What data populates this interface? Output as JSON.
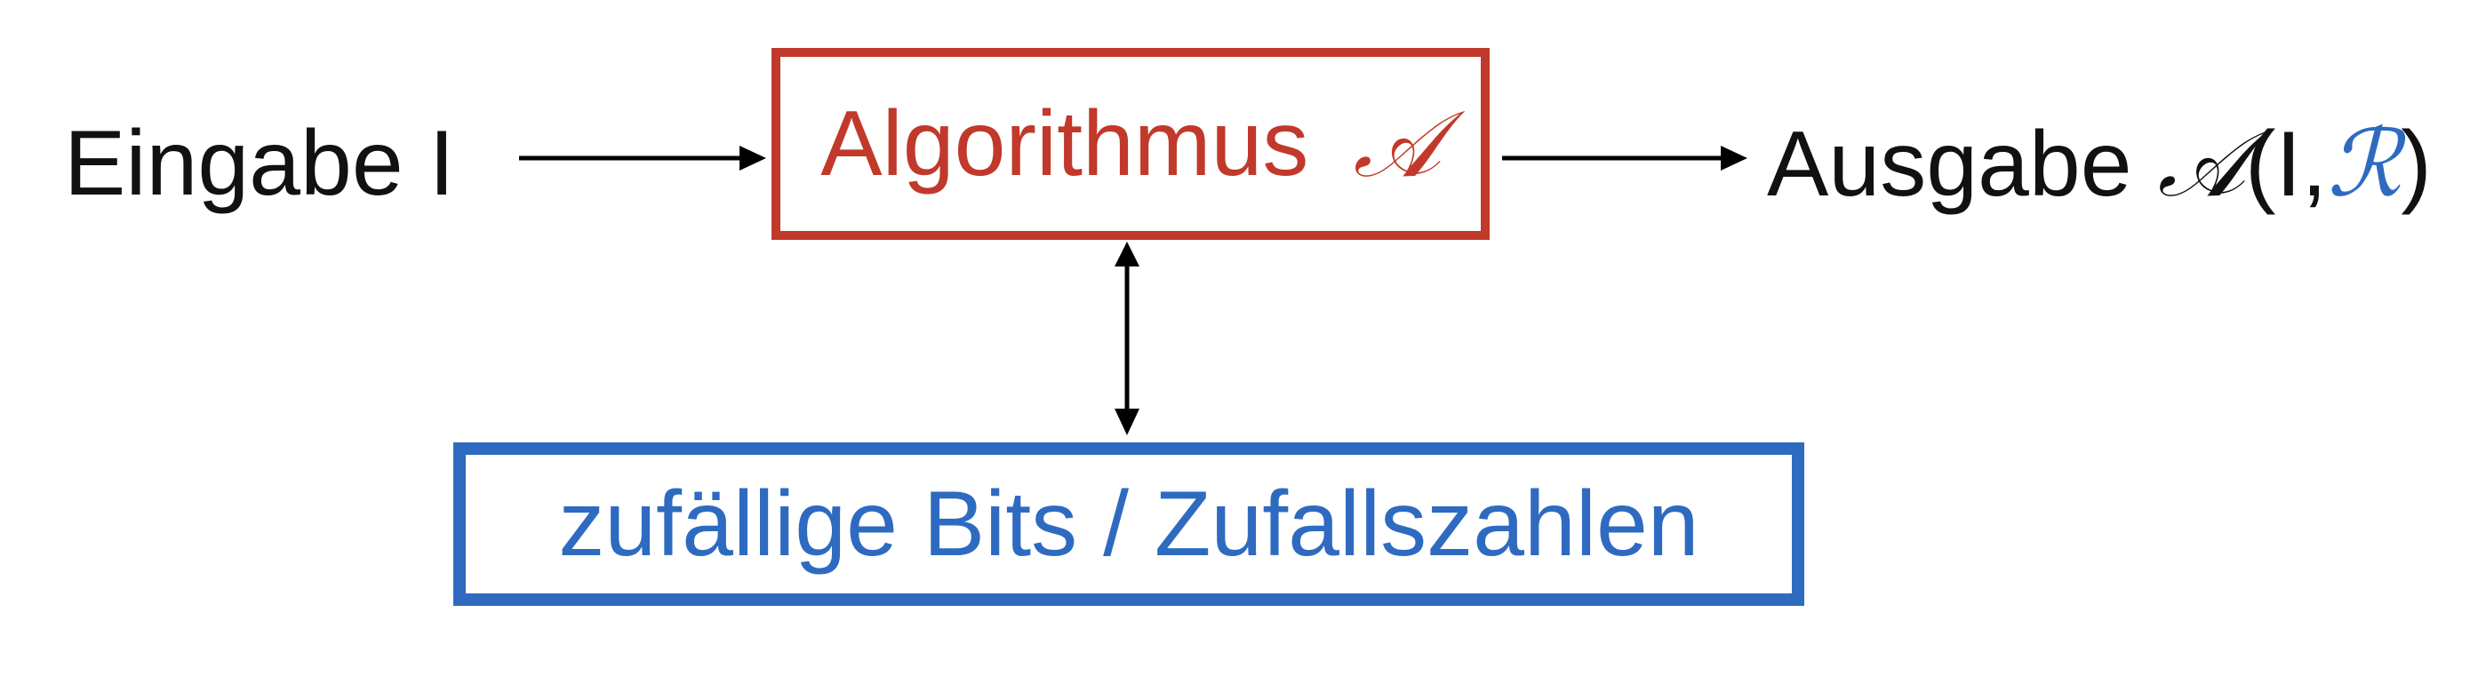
{
  "input": {
    "label": "Eingabe I"
  },
  "algorithm": {
    "label": "Algorithmus",
    "symbol": "𝒜"
  },
  "output": {
    "label": "Ausgabe",
    "symbol": "𝒜",
    "open_paren": "(",
    "arg": "I,",
    "random_symbol": "ℛ",
    "close_paren": ")"
  },
  "random_source": {
    "label": "zufällige Bits / Zufallszahlen"
  },
  "colors": {
    "algorithm": "#c0392b",
    "random": "#2e6bc0",
    "text": "#111111",
    "arrow": "#000000"
  }
}
